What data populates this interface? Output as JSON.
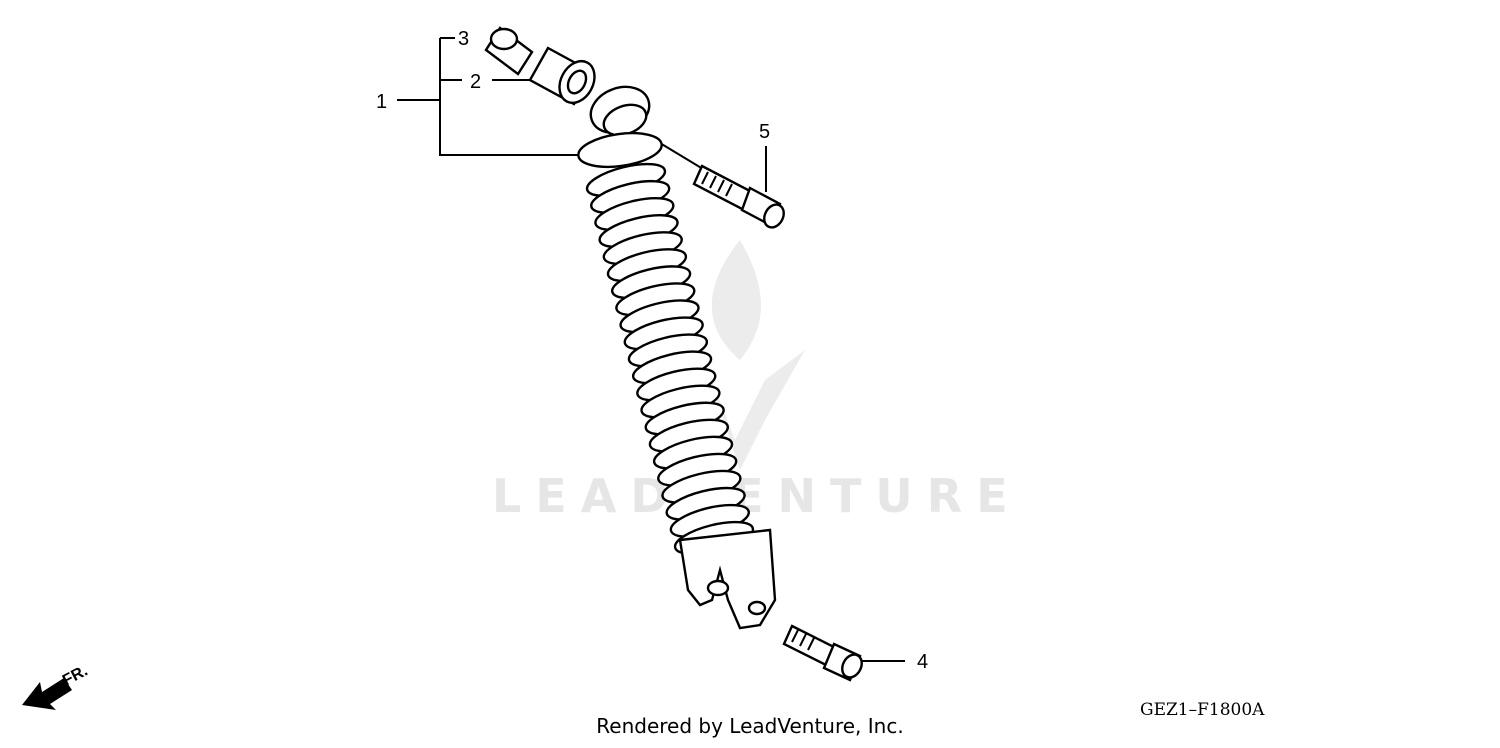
{
  "callouts": {
    "c1": "1",
    "c2": "2",
    "c3": "3",
    "c4": "4",
    "c5": "5"
  },
  "direction": "FR.",
  "watermark": "LEADVENTURE",
  "diagram_code": "GEZ1–F1800A",
  "footer": "Rendered by LeadVenture, Inc."
}
